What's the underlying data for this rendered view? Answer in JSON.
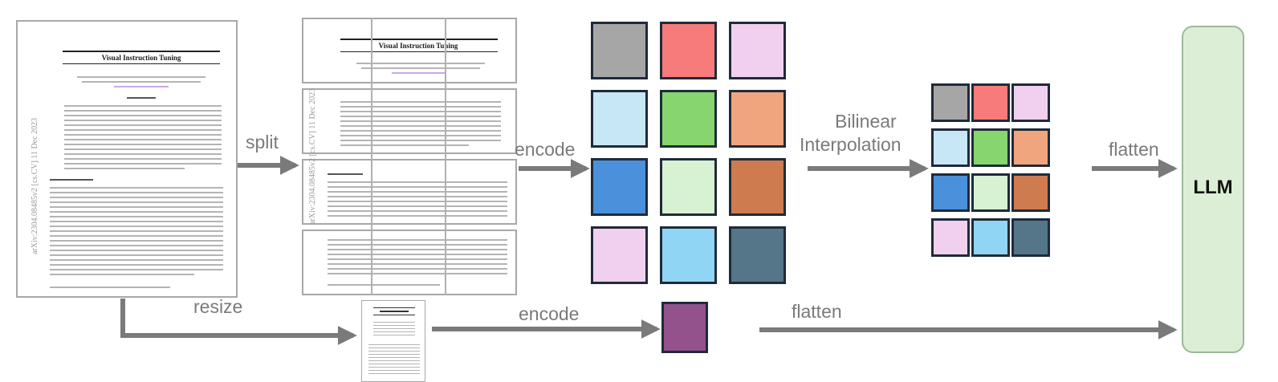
{
  "document": {
    "title": "Visual Instruction Tuning",
    "side_text": "arXiv:2304.08485v2 [cs.CV] 11 Dec 2023"
  },
  "labels": {
    "split": "split",
    "encode_top": "encode",
    "bilinear_line1": "Bilinear",
    "bilinear_line2": "Interpolation",
    "flatten_top": "flatten",
    "resize": "resize",
    "encode_bottom": "encode",
    "flatten_bottom": "flatten",
    "llm": "LLM"
  },
  "colors": {
    "arrow": "#7a7a7a",
    "tile_border": "#1f2a3a",
    "grid_3x4": [
      [
        "#a6a6a6",
        "#f77b7a",
        "#f0d0ee"
      ],
      [
        "#c7e6f6",
        "#86d56e",
        "#f1a57e"
      ],
      [
        "#4a90da",
        "#d7f1d3",
        "#cf7b50"
      ],
      [
        "#f0d0ee",
        "#90d5f3",
        "#547688"
      ]
    ],
    "global_tile": "#93528c",
    "llm_fill": "#dcefd6",
    "llm_border": "#9cb89a"
  }
}
